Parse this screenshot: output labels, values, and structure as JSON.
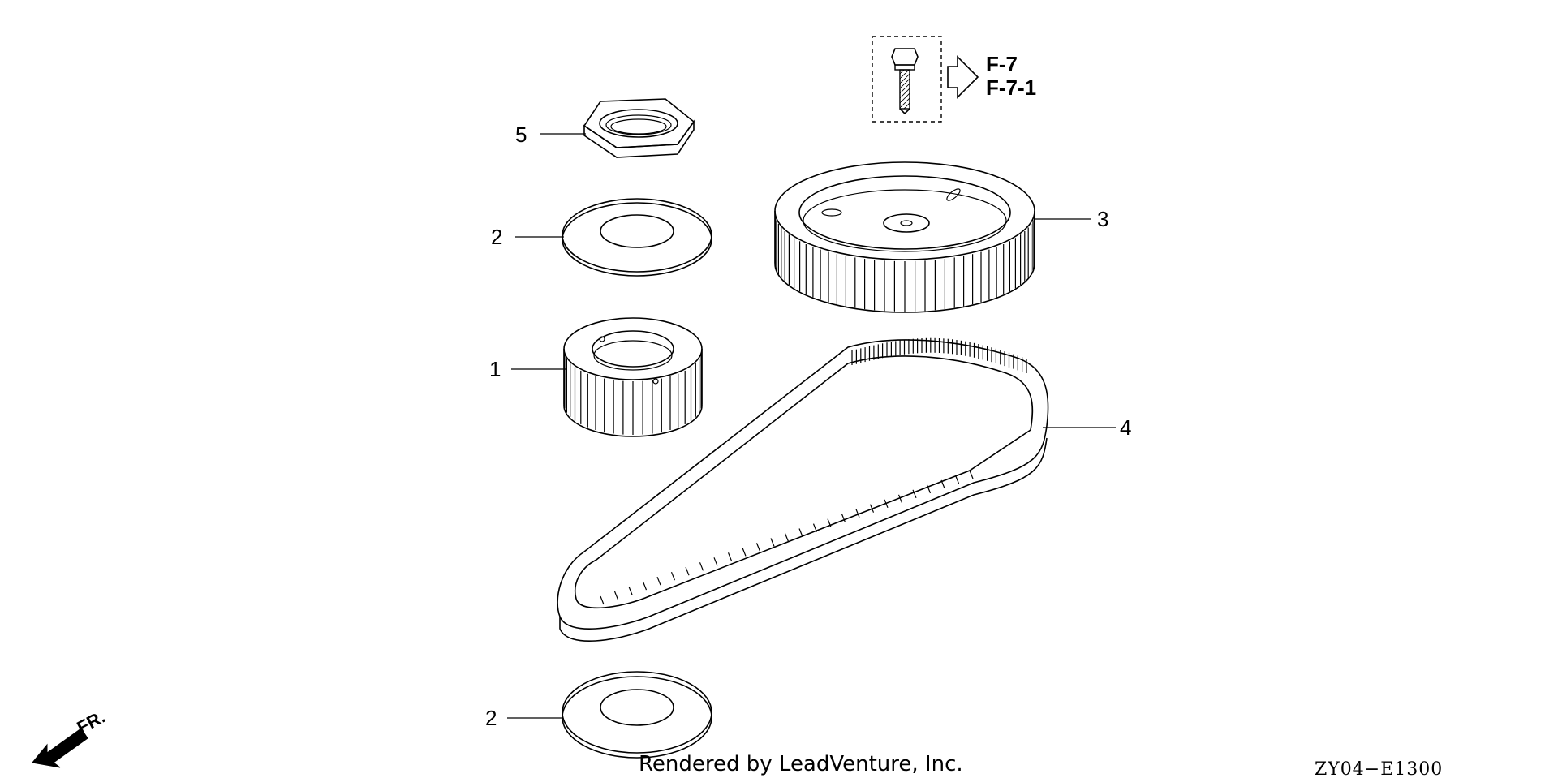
{
  "callouts": [
    {
      "id": "c5",
      "label": "5"
    },
    {
      "id": "c2a",
      "label": "2"
    },
    {
      "id": "c1",
      "label": "1"
    },
    {
      "id": "c3",
      "label": "3"
    },
    {
      "id": "c4",
      "label": "4"
    },
    {
      "id": "c2b",
      "label": "2"
    }
  ],
  "references": {
    "ref1": "F-7",
    "ref2": "F-7-1"
  },
  "front_indicator": "FR.",
  "credit": "Rendered by LeadVenture, Inc.",
  "diagram_code": "ZY04−E1300"
}
